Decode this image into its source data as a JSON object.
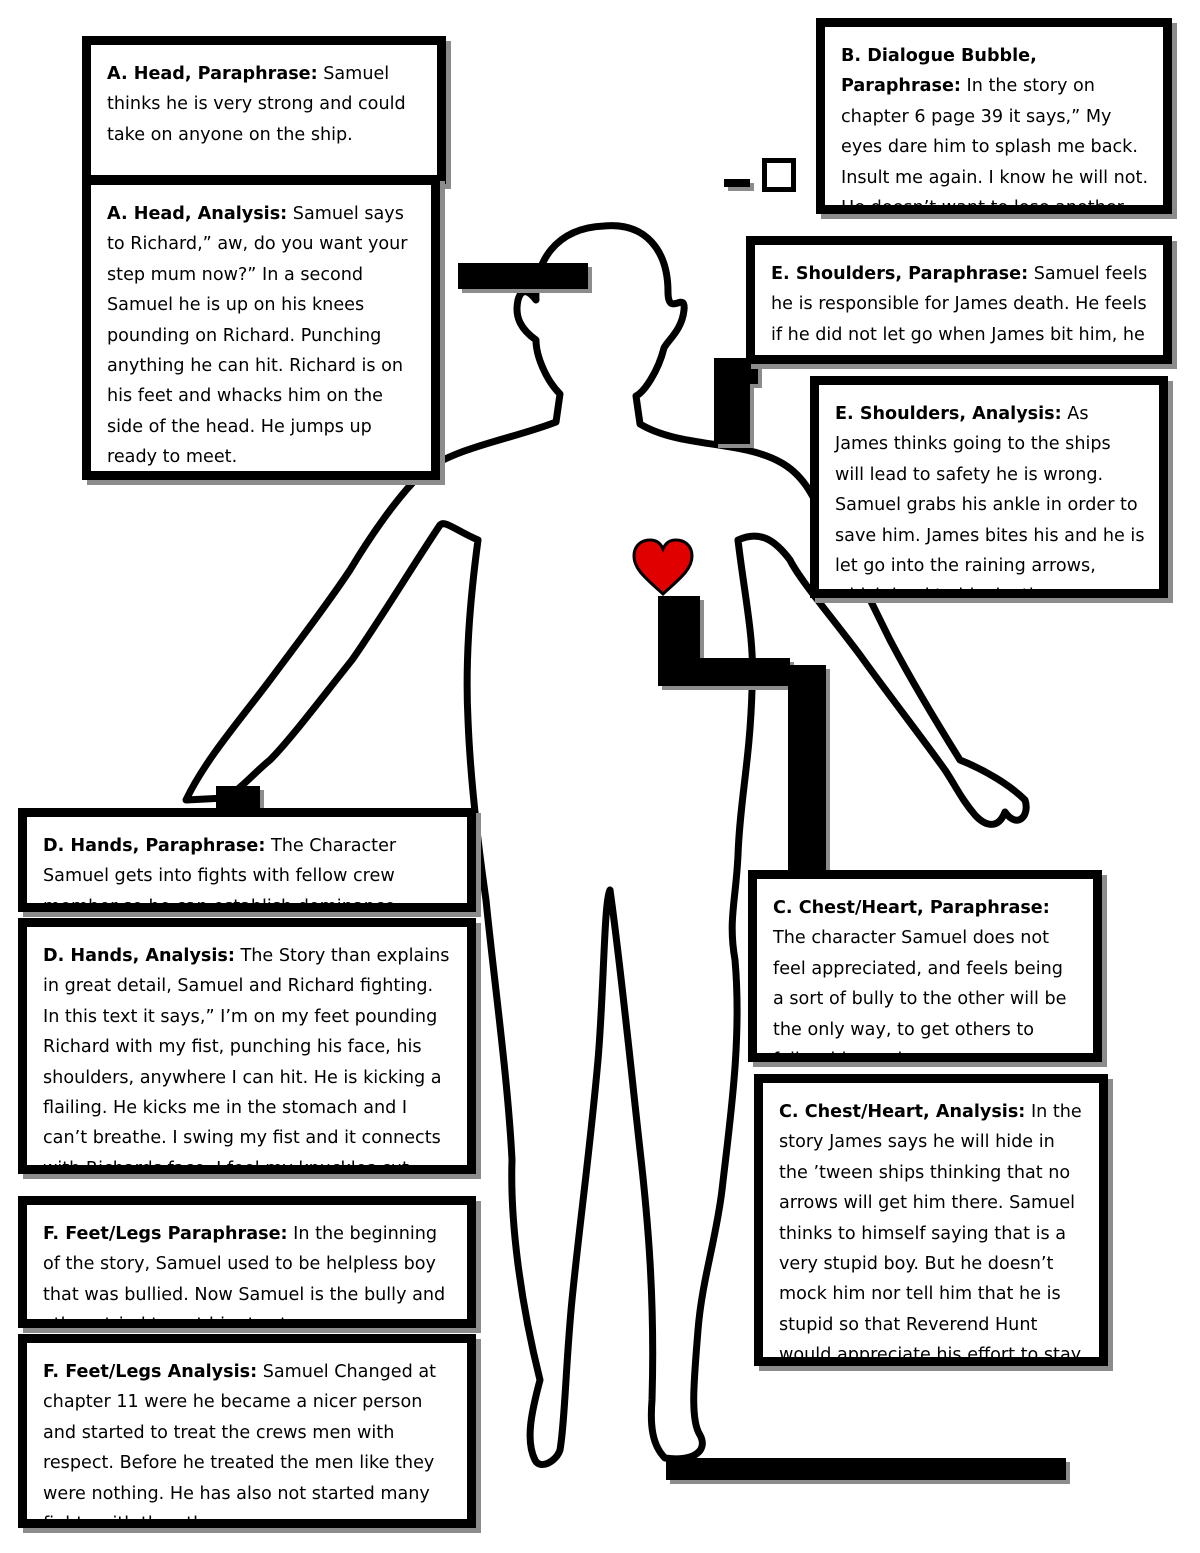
{
  "boxes": {
    "head_paraphrase": {
      "label": "A. Head, Paraphrase:",
      "text": " Samuel thinks he is very strong and could take on anyone on the ship."
    },
    "head_analysis": {
      "label": "A. Head, Analysis:",
      "text": " Samuel says to Richard,” aw, do you want your step mum now?” In a second Samuel he is up on his knees pounding on Richard. Punching anything he can hit. Richard is on his feet and whacks him on the side of the head. He jumps up ready to meet."
    },
    "dialogue_paraphrase": {
      "label": "B. Dialogue Bubble, Paraphrase:",
      "text": " In the story on chapter 6 page 39 it says,” My eyes dare him to splash me back. Insult me again. I know he will not. He doesn’t want to lose another tooth.”"
    },
    "shoulders_paraphrase": {
      "label": "E. Shoulders, Paraphrase:",
      "text": " Samuel feels he is responsible for James death. He feels if he did not let go when James bit him, he would still be alive."
    },
    "shoulders_analysis": {
      "label": "E. Shoulders, Analysis:",
      "text": " As James thinks going to the ships will lead to safety he is wrong. Samuel grabs his ankle in order to save him. James bites his and he is let go into the raining arrows, which lead to his death."
    },
    "hands_paraphrase": {
      "label": "D. Hands, Paraphrase:",
      "text": " The Character Samuel gets into fights with fellow crew member so he can establish dominance against them."
    },
    "hands_analysis": {
      "label": "D. Hands, Analysis:",
      "text": " The Story than explains in great detail, Samuel and Richard fighting. In this text it says,” I’m on my feet pounding Richard with my fist, punching his face, his shoulders, anywhere I can hit. He is kicking a flailing. He kicks me in the stomach and I can’t breathe. I swing my fist and it connects with Richards face. I feel my knuckles cut open."
    },
    "chest_paraphrase": {
      "label": "C. Chest/Heart, Paraphrase:",
      "text": " The character Samuel does not feel appreciated, and feels being a sort of bully to the other will be the only way, to get others to follow him and."
    },
    "chest_analysis": {
      "label": "C. Chest/Heart, Analysis:",
      "text": " In the story James says he will hide in the ’tween ships thinking that no arrows will get him there. Samuel thinks to himself saying that is a very stupid boy. But he doesn’t mock him nor tell him that he is stupid so that Reverend Hunt would appreciate his effort to stay calm."
    },
    "feet_paraphrase": {
      "label": "F. Feet/Legs Paraphrase:",
      "text": " In the beginning of the story, Samuel used to be helpless boy that was bullied. Now Samuel is the bully and others tried to get him to stop."
    },
    "feet_analysis": {
      "label": "F. Feet/Legs Analysis:",
      "text": " Samuel Changed at chapter 11 were he became a nicer person and started to treat the crews men with respect. Before he treated the men like they were nothing. He has also not started many fights with the others."
    }
  },
  "colors": {
    "heart": "#e00000",
    "outline": "#000000",
    "shadow": "#8c8c8c"
  },
  "icons": [
    "heart-icon",
    "body-outline"
  ]
}
